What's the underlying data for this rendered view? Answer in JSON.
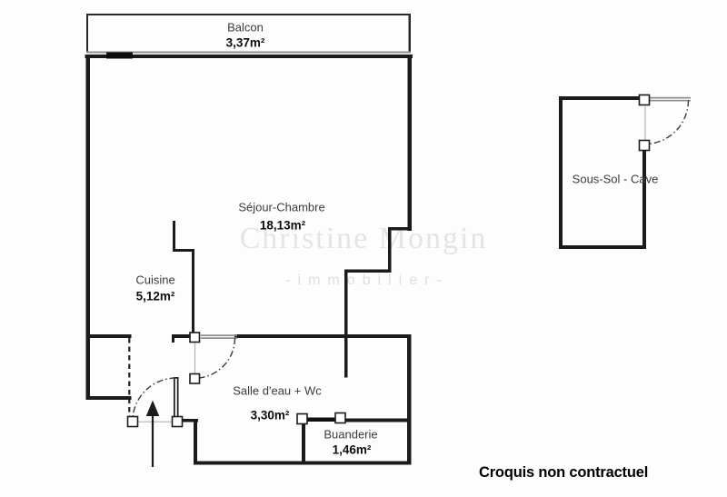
{
  "plan": {
    "rooms": [
      {
        "id": "balcon",
        "name": "Balcon",
        "area": "3,37m²"
      },
      {
        "id": "sejour",
        "name": "Séjour-Chambre",
        "area": "18,13m²"
      },
      {
        "id": "cuisine",
        "name": "Cuisine",
        "area": "5,12m²"
      },
      {
        "id": "salle-eau",
        "name": "Salle d'eau + Wc",
        "area": "3,30m²"
      },
      {
        "id": "buanderie",
        "name": "Buanderie",
        "area": "1,46m²"
      },
      {
        "id": "cave",
        "name": "Sous-Sol - Cave"
      }
    ],
    "watermark": {
      "name": "Christine Mongin",
      "tagline": "-immobilier-"
    },
    "disclaimer": "Croquis non contractuel",
    "colors": {
      "wall": "#1b1b1b",
      "door_leaf_gray": "#8a8a8a",
      "swing_arc": "#3a3a3a",
      "room_name": "#3c3c3c",
      "room_area": "#0d0d0d",
      "watermark": "#e4e4e4",
      "background": "#fdfdfd"
    }
  }
}
